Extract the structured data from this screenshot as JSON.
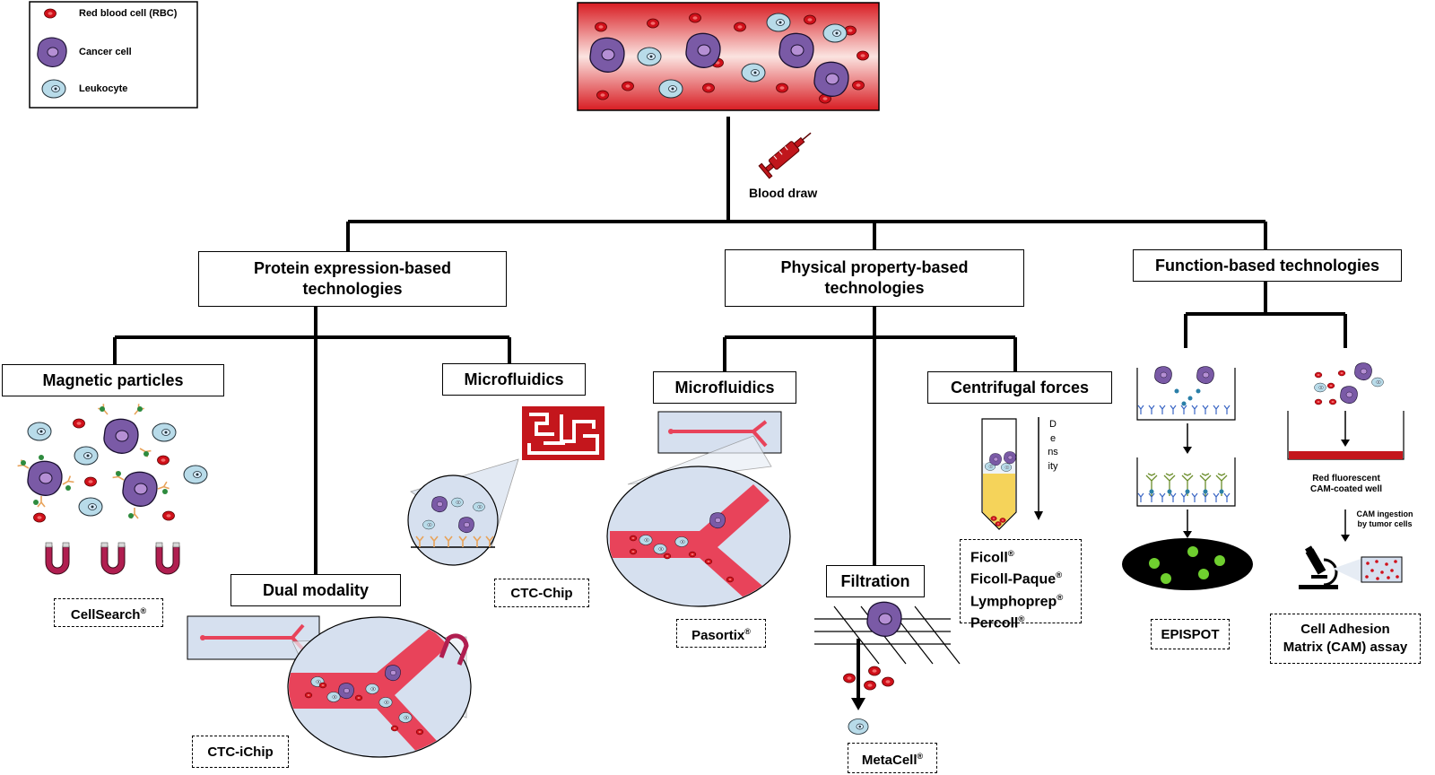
{
  "legend": {
    "rbc": "Red blood cell (RBC)",
    "cancer": "Cancer cell",
    "leukocyte": "Leukocyte"
  },
  "blood_draw": "Blood draw",
  "categories": {
    "protein": "Protein expression-based technologies",
    "physical": "Physical property-based technologies",
    "function": "Function-based technologies"
  },
  "methods": {
    "magnetic": "Magnetic particles",
    "dual": "Dual modality",
    "micro1": "Microfluidics",
    "micro2": "Microfluidics",
    "filtration": "Filtration",
    "centrifugal": "Centrifugal forces"
  },
  "products": {
    "cellsearch": "CellSearch",
    "ctc_ichip": "CTC-iChip",
    "ctc_chip": "CTC-Chip",
    "pasortix": "Pasortix",
    "metacell": "MetaCell",
    "ficoll": "Ficoll",
    "ficoll_paque": "Ficoll-Paque",
    "lymphoprep": "Lymphoprep",
    "percoll": "Percoll",
    "epispot": "EPISPOT",
    "cam_line1": "Cell Adhesion",
    "cam_line2": "Matrix (CAM) assay"
  },
  "registered": "®",
  "density_label": "Density",
  "cam_well_label": "Red fluorescent CAM-coated well",
  "cam_ingestion_label": "CAM ingestion by tumor cells",
  "colors": {
    "rbc": "#d0101a",
    "cancer": "#7a5aa6",
    "leukocyte": "#b8dbe9",
    "channel": "#e8435a",
    "panel": "#d6e0ef",
    "magnet": "#b01e50",
    "well_red": "#c4161c",
    "spot_green": "#6fcf2f",
    "tube_yellow": "#f5d35a"
  }
}
